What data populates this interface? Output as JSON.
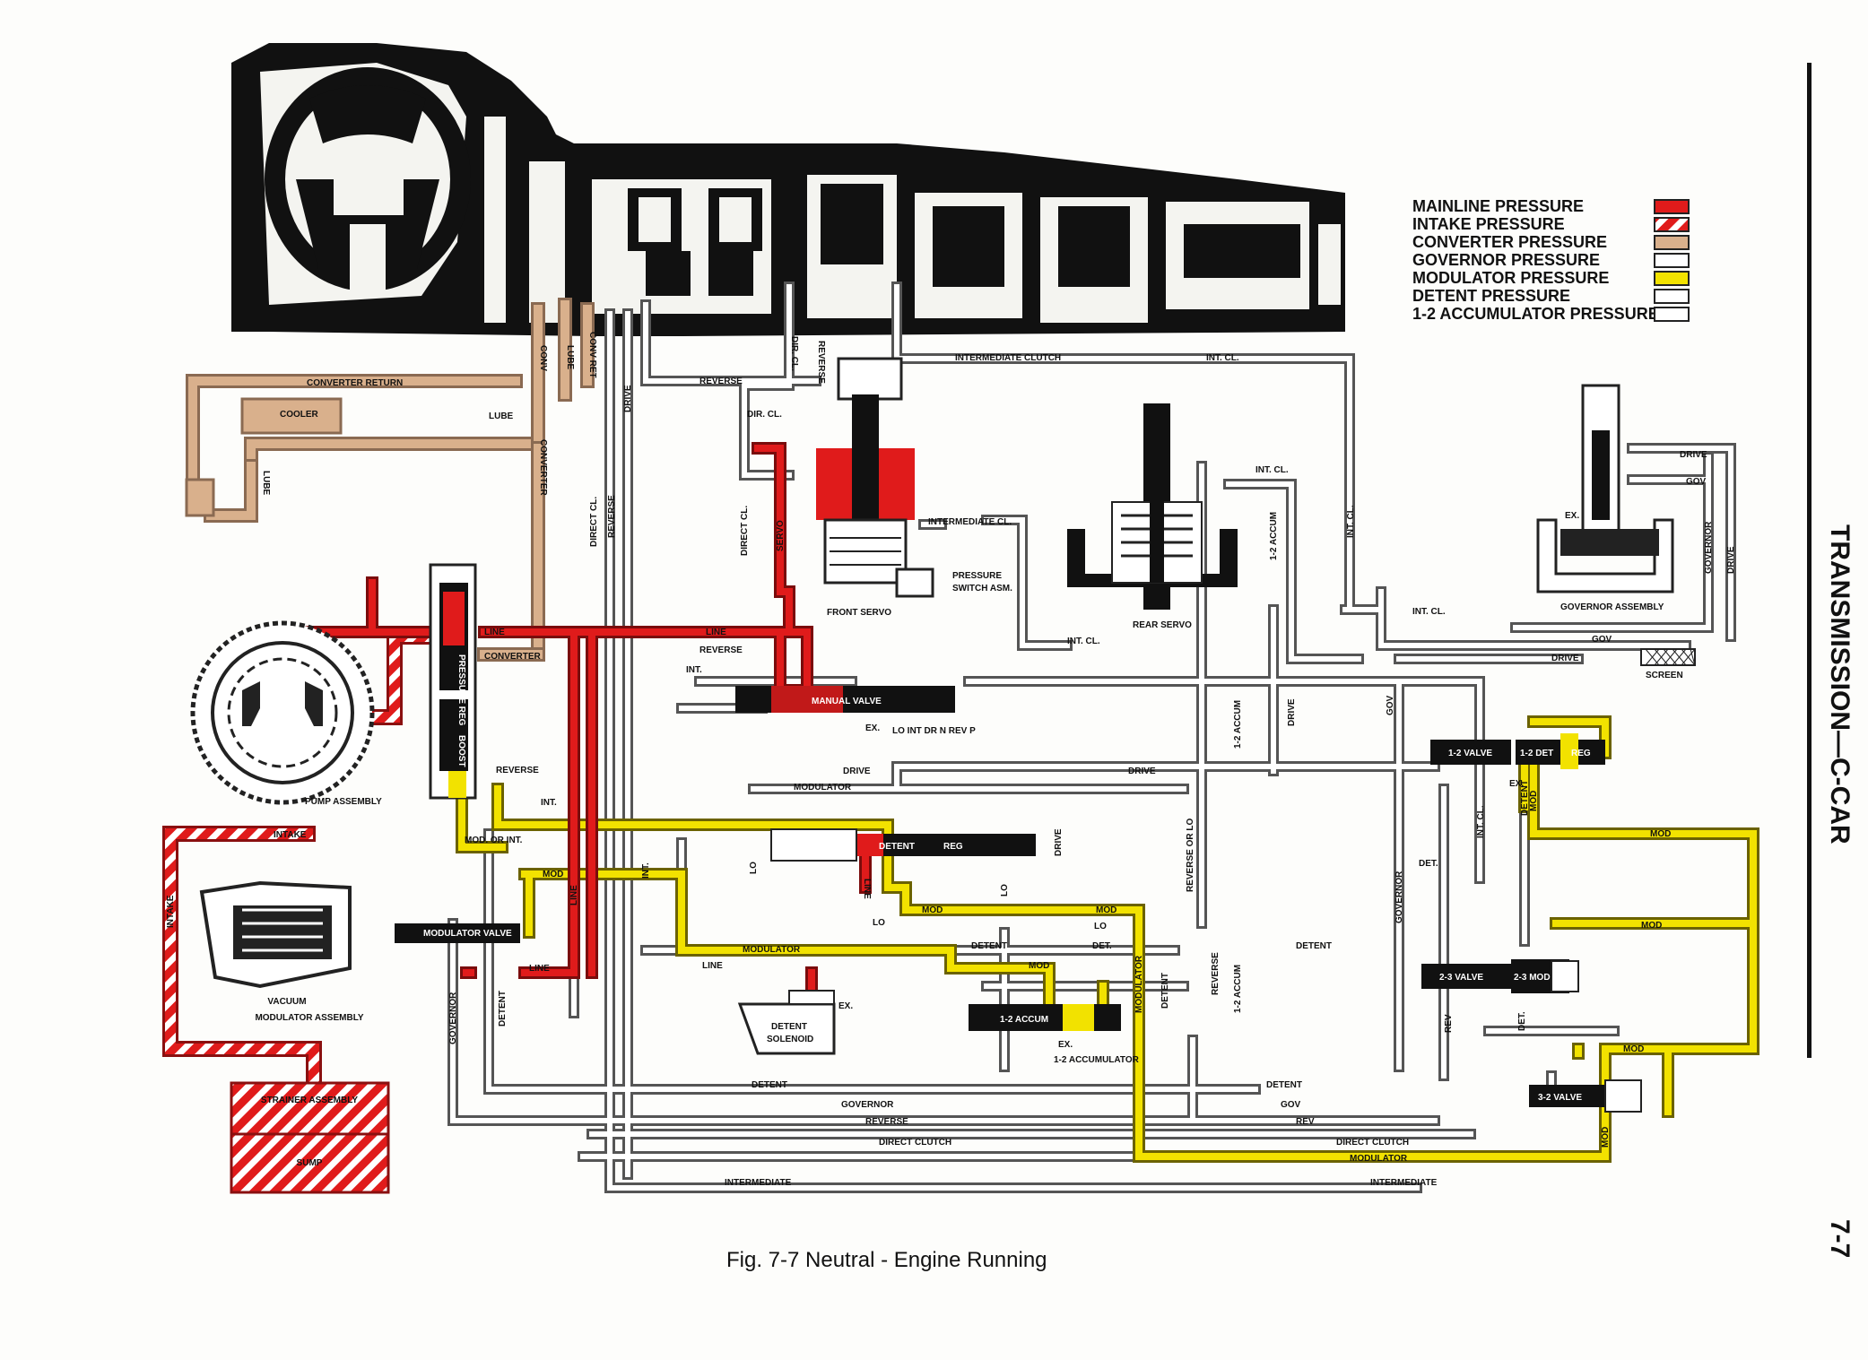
{
  "legend": {
    "items": [
      {
        "label": "MAINLINE PRESSURE",
        "color": "#e01b1b",
        "pattern": "solid"
      },
      {
        "label": "INTAKE PRESSURE",
        "color": "#e01b1b",
        "pattern": "stripes"
      },
      {
        "label": "CONVERTER PRESSURE",
        "color": "#d9b08c",
        "pattern": "solid"
      },
      {
        "label": "GOVERNOR PRESSURE",
        "color": "#ffffff",
        "pattern": "solid"
      },
      {
        "label": "MODULATOR PRESSURE",
        "color": "#f2e200",
        "pattern": "solid"
      },
      {
        "label": "DETENT PRESSURE",
        "color": "#ffffff",
        "pattern": "solid"
      },
      {
        "label": "1-2 ACCUMULATOR PRESSURE",
        "color": "#ffffff",
        "pattern": "solid"
      }
    ]
  },
  "caption": "Fig. 7-7  Neutral - Engine Running",
  "side_title": "TRANSMISSION—C-CAR",
  "page_number": "7-7",
  "components": {
    "cooler": "COOLER",
    "pump": "PUMP ASSEMBLY",
    "vacuum_modulator_1": "VACUUM",
    "vacuum_modulator_2": "MODULATOR ASSEMBLY",
    "strainer": "STRAINER ASSEMBLY",
    "sump": "SUMP",
    "front_servo": "FRONT SERVO",
    "pressure_switch_1": "PRESSURE",
    "pressure_switch_2": "SWITCH ASM.",
    "rear_servo": "REAR SERVO",
    "governor_assembly": "GOVERNOR ASSEMBLY",
    "screen": "SCREEN",
    "detent_solenoid_1": "DETENT",
    "detent_solenoid_2": "SOLENOID",
    "manual_valve": "MANUAL VALVE",
    "manual_positions": "LO  INT DR  N  REV     P",
    "pressure_reg": "PRESSURE REG",
    "boost": "BOOST",
    "modulator_valve": "MODULATOR VALVE",
    "detent_valve": "DETENT",
    "detent_reg": "REG",
    "accum_12": "1-2 ACCUM",
    "valve_12": "1-2 VALVE",
    "det_12": "1-2 DET",
    "reg_12": "REG",
    "valve_23": "2-3 VALVE",
    "mod_23": "2-3 MOD",
    "valve_32": "3-2 VALVE",
    "ex": "EX."
  },
  "line_labels": {
    "converter_return": "CONVERTER RETURN",
    "lube": "LUBE",
    "lube_v": "LUBE",
    "conv": "CONV",
    "conv_ret": "CONV RET",
    "converter_v": "CONVERTER",
    "intake_v": "INTAKE",
    "intake_h": "INTAKE",
    "line": "LINE",
    "converter": "CONVERTER",
    "reverse": "REVERSE",
    "reverse_top": "REVERSE",
    "dir_cl": "DIR. CL.",
    "dir_cl_v": "DIR. CL.",
    "direct_cl_v": "DIRECT CL.",
    "servo_v": "SERVO",
    "intermediate_clutch": "INTERMEDIATE CLUTCH",
    "intermediate_cl": "INTERMEDIATE CL.",
    "int_cl": "INT. CL.",
    "int": "INT.",
    "drive": "DRIVE",
    "gov": "GOV",
    "mod": "MOD",
    "mod_or_int": "MOD. OR INT.",
    "modulator": "MODULATOR",
    "detent": "DETENT",
    "det": "DET.",
    "lo": "LO",
    "governor": "GOVERNOR",
    "rev": "REV",
    "direct_clutch": "DIRECT CLUTCH",
    "intermediate": "INTERMEDIATE",
    "accum_12": "1-2 ACCUMULATOR",
    "accum_12_v": "1-2 ACCUM",
    "reverse_or_lo": "REVERSE OR LO",
    "reverse_v": "REVERSE"
  }
}
